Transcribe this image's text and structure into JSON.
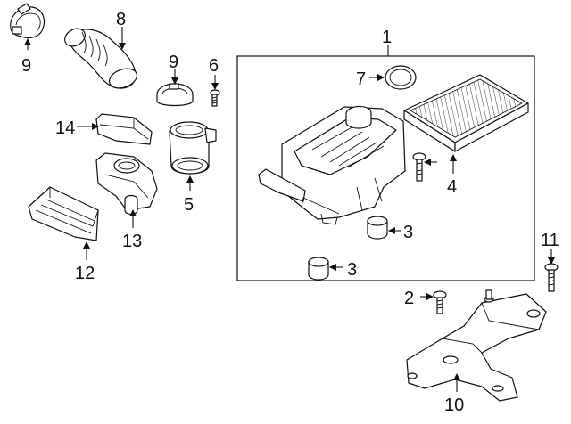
{
  "callouts": {
    "c1": "1",
    "c2": "2",
    "c3a": "3",
    "c3b": "3",
    "c4": "4",
    "c5": "5",
    "c6": "6",
    "c7": "7",
    "c8": "8",
    "c9a": "9",
    "c9b": "9",
    "c10": "10",
    "c11": "11",
    "c12": "12",
    "c13": "13",
    "c14": "14"
  }
}
